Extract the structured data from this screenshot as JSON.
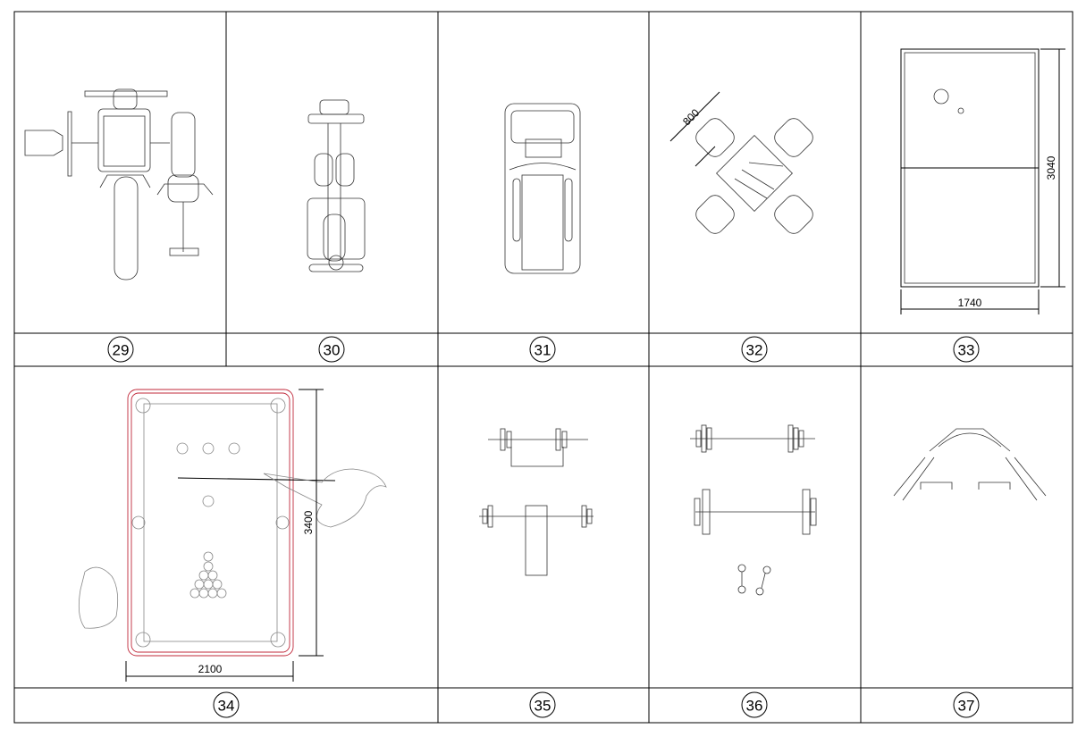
{
  "sheet": {
    "items": [
      {
        "number": "29"
      },
      {
        "number": "30"
      },
      {
        "number": "31"
      },
      {
        "number": "32",
        "dimension": "800"
      },
      {
        "number": "33",
        "dimension_width": "1740",
        "dimension_length": "3040"
      },
      {
        "number": "34",
        "dimension_width": "2100",
        "dimension_length": "3400"
      },
      {
        "number": "35"
      },
      {
        "number": "36"
      },
      {
        "number": "37"
      }
    ],
    "colors": {
      "line": "#000000",
      "pool_table": "#c0283a",
      "figure": "#888888"
    }
  }
}
